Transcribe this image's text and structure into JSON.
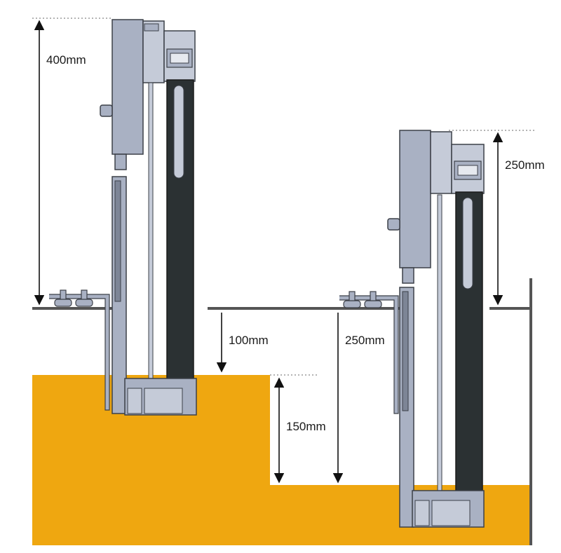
{
  "colors": {
    "ground": "#EFA710",
    "metal": "#A9B1C3",
    "metal_light": "#C5CBD8",
    "metal_dark": "#7D8596",
    "belt": "#2B3133",
    "outline": "#3C4048",
    "floor_line": "#555555",
    "arrow": "#111111",
    "guide": "#9A9A9A"
  },
  "dimensions": {
    "left_unit_above_floor": "400mm",
    "right_unit_above_floor": "250mm",
    "floor_to_upper_ground": "100mm",
    "floor_to_lower_ground": "250mm",
    "step_height": "150mm"
  }
}
